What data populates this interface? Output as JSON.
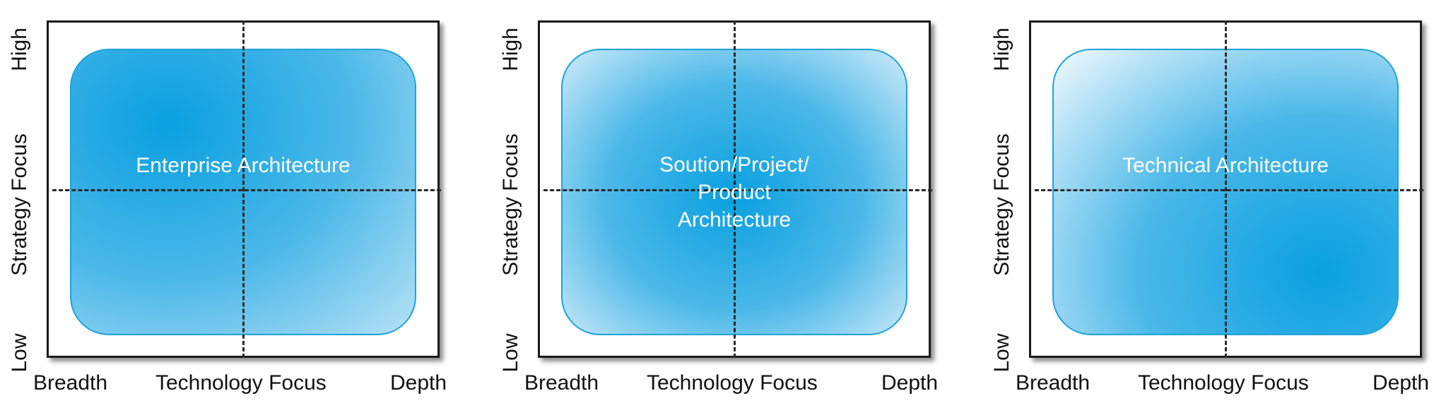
{
  "y_axis": {
    "top": "High",
    "middle": "Strategy Focus",
    "bottom": "Low"
  },
  "x_axis": {
    "left": "Breadth",
    "middle": "Technology Focus",
    "right": "Depth"
  },
  "diagrams": [
    {
      "label": "Enterprise Architecture"
    },
    {
      "label": "Soution/Project/\nProduct\nArchitecture"
    },
    {
      "label": "Technical Architecture"
    }
  ],
  "colors": {
    "region_fill": "#0aa0e0",
    "region_border": "#1ea3dd",
    "label": "#ffffff",
    "frame": "#1a1a1a"
  }
}
